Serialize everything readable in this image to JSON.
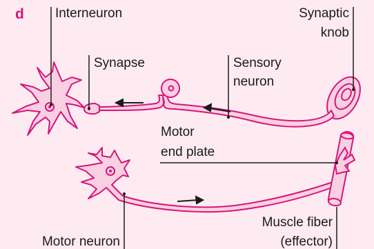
{
  "panel_letter": "d",
  "labels": {
    "interneuron": "Interneuron",
    "synaptic": "Synaptic",
    "knob": "knob",
    "synapse": "Synapse",
    "sensory": "Sensory",
    "neuron": "neuron",
    "motor": "Motor",
    "end_plate": "end plate",
    "muscle_fiber": "Muscle fiber",
    "effector": "(effector)",
    "motor_neuron": "Motor neuron"
  },
  "colors": {
    "background": "#FDEBF1",
    "neuron_fill": "#F8D0E2",
    "neuron_stroke": "#D6157C",
    "panel_letter": "#D6157C",
    "label_text": "#1a1a1a"
  }
}
